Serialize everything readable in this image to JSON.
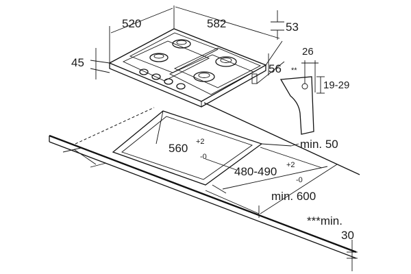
{
  "dimensions": {
    "width_520": "520",
    "depth_582": "582",
    "height_53": "53",
    "height_45": "45",
    "offset_56": "56",
    "bracket_26": "26",
    "bracket_note": "**",
    "bracket_19_29": "19-29",
    "cutout_560": "560",
    "cutout_560_tol_plus": "+2",
    "cutout_560_tol_minus": "-0",
    "cutout_480_490": "480-490",
    "cutout_480_tol_plus": "+2",
    "cutout_480_tol_minus": "-0",
    "min_50": "min. 50",
    "min_600": "min. 600",
    "min_30_prefix": "***min.",
    "min_30_value": "30"
  }
}
